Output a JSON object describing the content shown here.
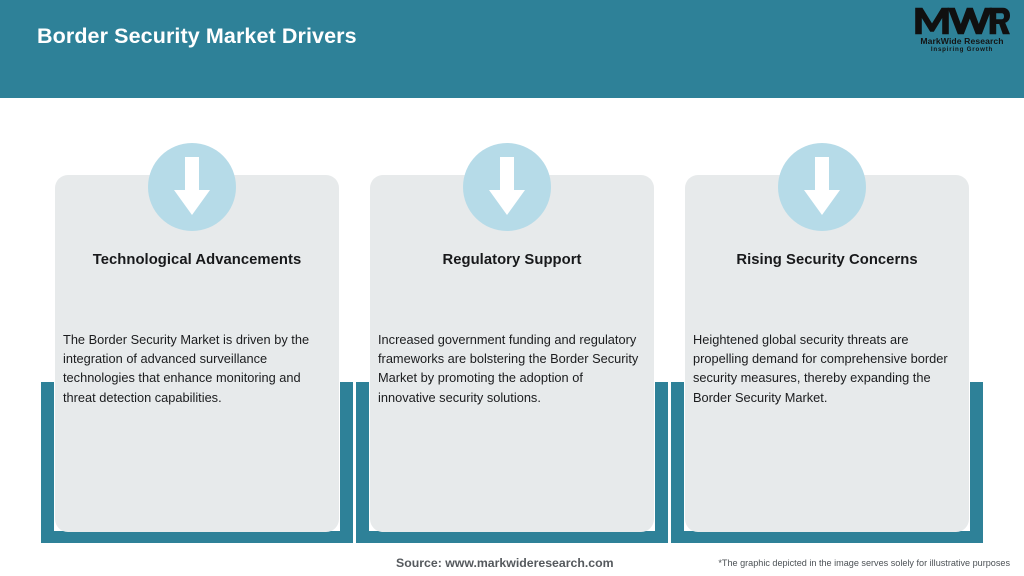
{
  "header": {
    "title": "Border Security Market Drivers",
    "background_color": "#2E8198",
    "title_color": "#FFFFFF"
  },
  "logo": {
    "mark": "MWR",
    "name": "MarkWide Research",
    "tagline": "Inspiring Growth"
  },
  "theme": {
    "accent_teal": "#2E8198",
    "badge_blue": "#B6DBE8",
    "card_gray": "#E7EAEB",
    "arrow_white": "#FFFFFF"
  },
  "cards": [
    {
      "icon": "arrow-down-icon",
      "heading": "Technological Advancements",
      "body": "The Border Security Market is driven by the integration of advanced surveillance technologies that enhance monitoring and threat detection capabilities."
    },
    {
      "icon": "arrow-down-icon",
      "heading": "Regulatory Support",
      "body": "Increased government funding and regulatory frameworks are bolstering the Border Security Market by promoting the adoption of innovative security solutions."
    },
    {
      "icon": "arrow-down-icon",
      "heading": "Rising Security Concerns",
      "body": "Heightened global security threats are propelling demand for comprehensive border security measures, thereby expanding the Border Security Market."
    }
  ],
  "footer": {
    "source": "Source: www.markwideresearch.com",
    "disclaimer": "*The graphic depicted in the image serves solely for illustrative purposes"
  }
}
